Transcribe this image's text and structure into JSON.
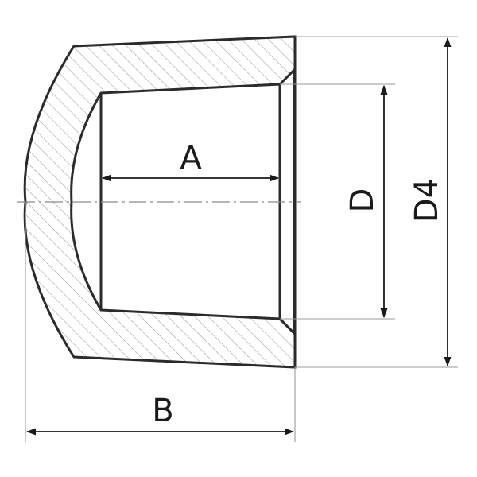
{
  "labels": {
    "inner_depth": "A",
    "overall_length": "B",
    "inner_diameter": "D",
    "outer_diameter": "D4"
  },
  "colors": {
    "outline": "#2b2b2b",
    "hatch": "#8a8a8a",
    "extension_line": "#9a9a9a",
    "dimension_line": "#1a1a1a",
    "centerline": "#8a8a8a",
    "background": "#ffffff"
  }
}
